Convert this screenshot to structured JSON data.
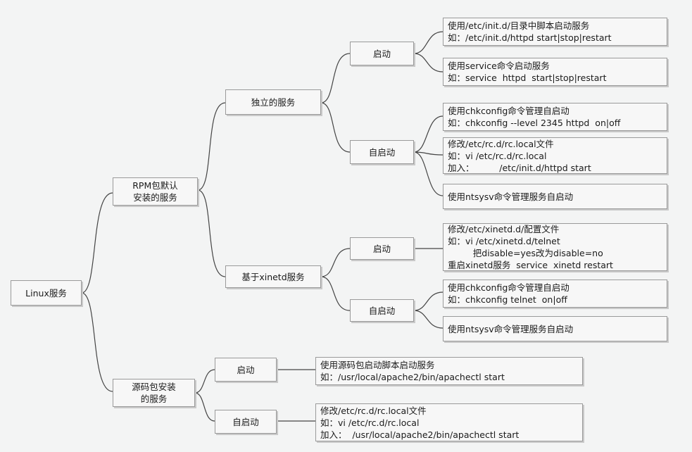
{
  "root": "Linux服务",
  "rpm": {
    "line1": "RPM包默认",
    "line2": "安装的服务"
  },
  "standalone": "独立的服务",
  "xinetd": "基于xinetd服务",
  "source": {
    "line1": "源码包安装",
    "line2": "的服务"
  },
  "labels": {
    "start_a": "启动",
    "auto_a": "自启动",
    "start_b": "启动",
    "auto_b": "自启动",
    "start_c": "启动",
    "auto_c": "自启动"
  },
  "leaves": {
    "initd": {
      "l1": "使用/etc/init.d/目录中脚本启动服务",
      "l2": "如：/etc/init.d/httpd start|stop|restart"
    },
    "service": {
      "l1": "使用service命令启动服务",
      "l2": "如：service  httpd  start|stop|restart"
    },
    "chkconfig1": {
      "l1": "使用chkconfig命令管理自启动",
      "l2": "如：chkconfig --level 2345 httpd  on|off"
    },
    "rclocal1": {
      "l1": "修改/etc/rc.d/rc.local文件",
      "l2": "如：vi /etc/rc.d/rc.local",
      "l3": "加入：         /etc/init.d/httpd start"
    },
    "ntsysv1": {
      "l1": "使用ntsysv命令管理服务自启动"
    },
    "xinetdconf": {
      "l1": "修改/etc/xinetd.d/配置文件",
      "l2": "如：vi /etc/xinetd.d/telnet",
      "l3": "         把disable=yes改为disable=no",
      "l4": "重启xinetd服务  service  xinetd restart"
    },
    "chkconfig2": {
      "l1": "使用chkconfig命令管理自启动",
      "l2": "如：chkconfig telnet  on|off"
    },
    "ntsysv2": {
      "l1": "使用ntsysv命令管理服务自启动"
    },
    "apachectl": {
      "l1": "使用源码包启动脚本启动服务",
      "l2": "如：/usr/local/apache2/bin/apachectl start"
    },
    "rclocal2": {
      "l1": "修改/etc/rc.d/rc.local文件",
      "l2": "如：vi /etc/rc.d/rc.local",
      "l3": "加入：  /usr/local/apache2/bin/apachectl start"
    }
  }
}
